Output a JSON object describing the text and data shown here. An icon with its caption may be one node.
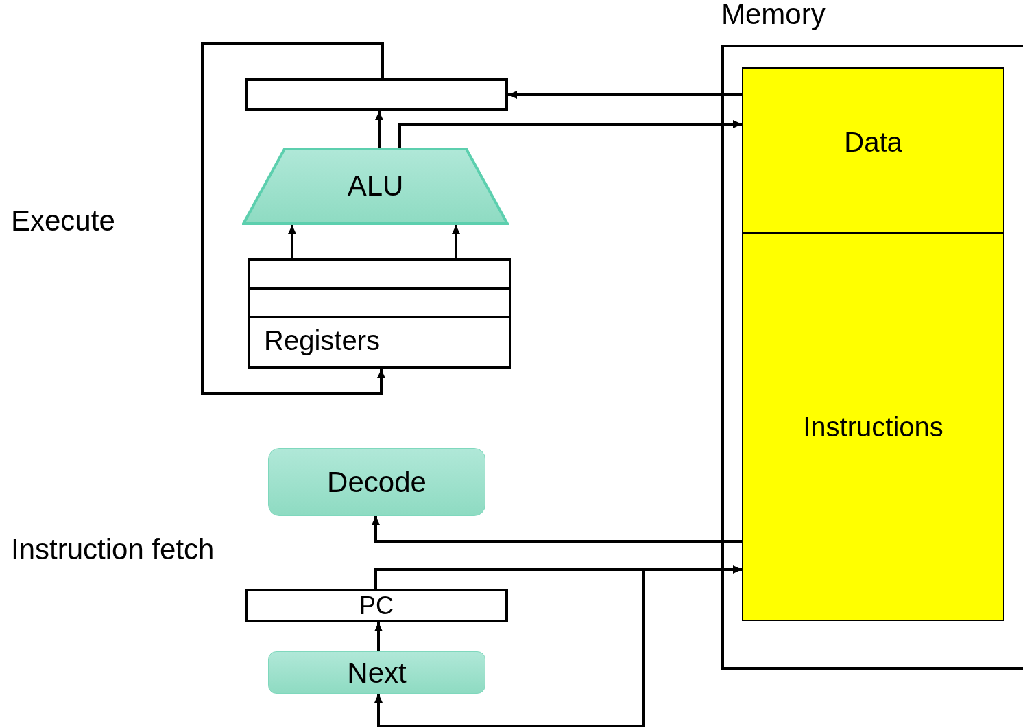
{
  "diagram": {
    "nodes": [
      {
        "text": [
          "Memory"
        ]
      },
      {
        "text": [
          "Data"
        ],
        "in": 0
      },
      {
        "text": [
          "Instructions"
        ],
        "in": 0
      },
      {
        "text": [],
        "shape": "bar"
      },
      {
        "text": [
          "ALU"
        ]
      },
      {
        "text": [
          "Registers"
        ]
      },
      {
        "text": [
          "Decode"
        ]
      },
      {
        "text": [
          "PC"
        ]
      },
      {
        "text": [
          "Next"
        ]
      }
    ],
    "edges": [
      {
        "from": 1,
        "to": 3,
        "arrow": "to"
      },
      {
        "from": 4,
        "to": 3,
        "arrow": "to"
      },
      {
        "from": 4,
        "to": 1,
        "arrow": "to"
      },
      {
        "from": 5,
        "to": 4,
        "arrow": "to"
      },
      {
        "from": 5,
        "to": 4,
        "arrow": "to"
      },
      {
        "from": 3,
        "to": 5,
        "arrow": "to"
      },
      {
        "from": 2,
        "to": 6,
        "arrow": "to"
      },
      {
        "from": 7,
        "to": 2,
        "arrow": "to"
      },
      {
        "from": 7,
        "to": 8,
        "arrow": "to"
      },
      {
        "from": 8,
        "to": 7,
        "arrow": "to"
      }
    ],
    "labels": [
      "Execute",
      "Instruction fetch"
    ]
  }
}
